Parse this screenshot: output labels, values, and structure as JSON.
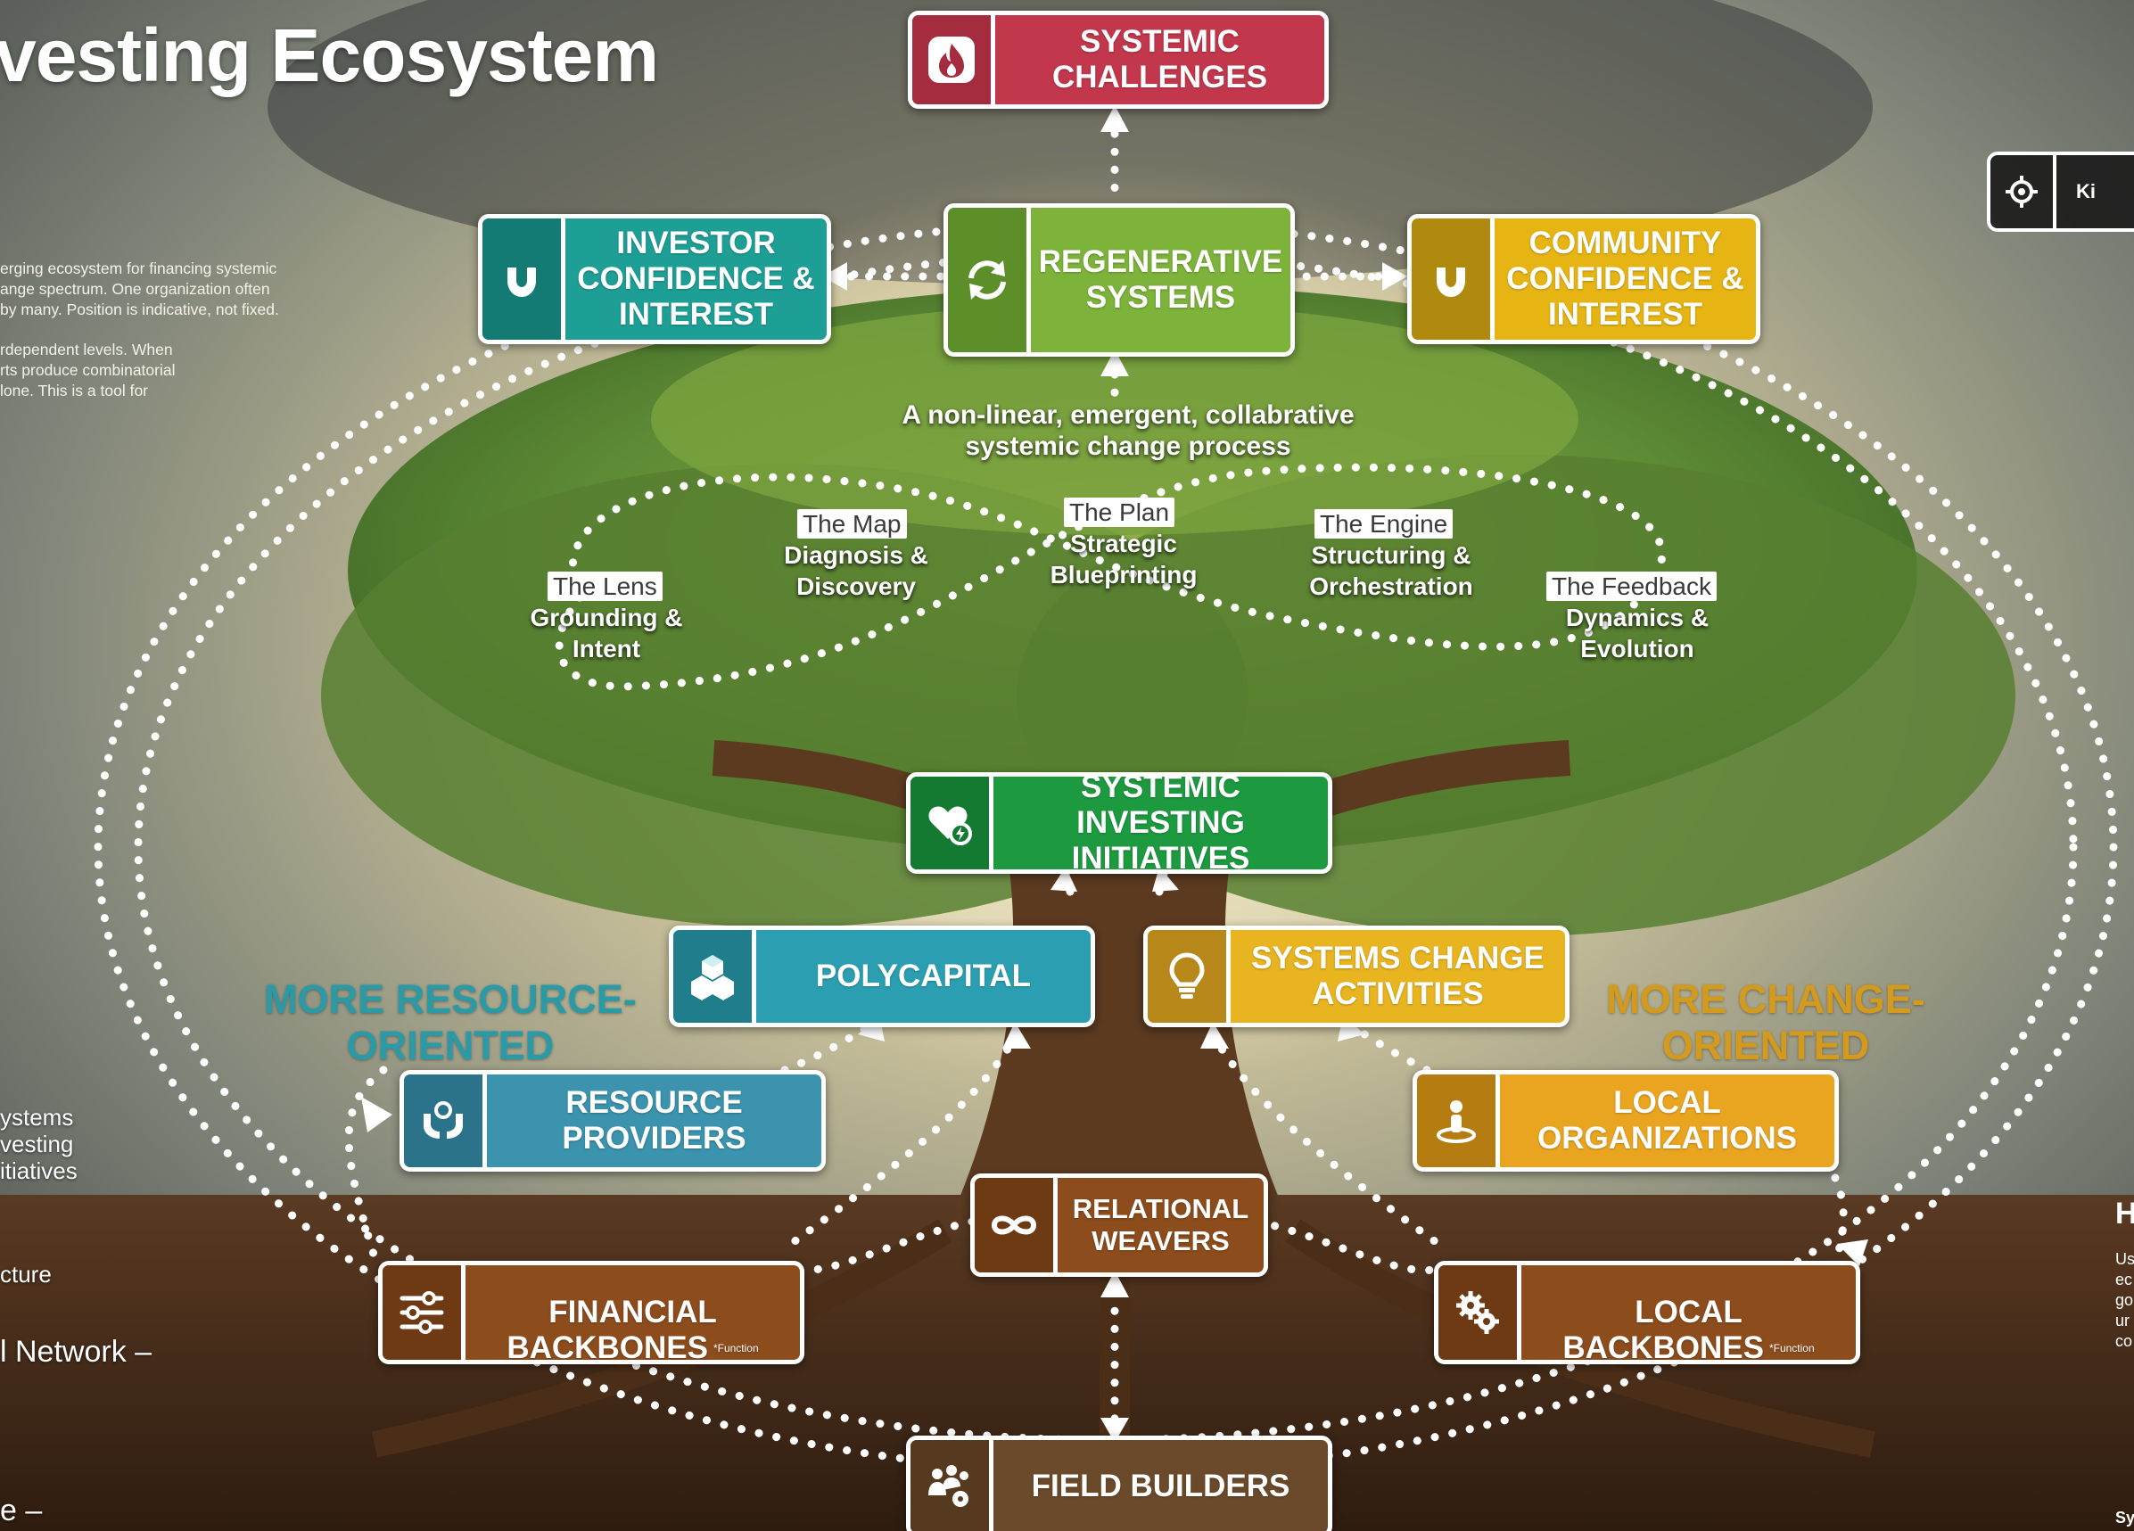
{
  "header": {
    "title": "vesting Ecosystem",
    "intro_lines": [
      "erging ecosystem for financing systemic",
      "ange spectrum. One organization often",
      "by many. Position is indicative, not fixed.",
      "rdependent levels. When",
      "rts produce combinatorial",
      "lone. This is a tool for"
    ]
  },
  "side_texts": [
    "ystems",
    "vesting",
    "itiatives",
    "cture",
    "l Network –",
    "e –"
  ],
  "right_panel": {
    "key_button": "Ki",
    "heading": "H",
    "lines": [
      "Us",
      "ec",
      "go",
      "ur",
      "co"
    ],
    "bottom": "Sy"
  },
  "boxes": {
    "systemic_challenges": "SYSTEMIC\nCHALLENGES",
    "investor_confidence": "INVESTOR\nCONFIDENCE &\nINTEREST",
    "regenerative_systems": "REGENERATIVE\nSYSTEMS",
    "community_confidence": "COMMUNITY\nCONFIDENCE &\nINTEREST",
    "systemic_investing_initiatives": "SYSTEMIC INVESTING\nINITIATIVES",
    "polycapital": "POLYCAPITAL",
    "systems_change_activities": "SYSTEMS CHANGE\nACTIVITIES",
    "resource_providers": "RESOURCE\nPROVIDERS",
    "local_organizations": "LOCAL\nORGANIZATIONS",
    "relational_weavers": "RELATIONAL\nWEAVERS",
    "financial_backbones": "FINANCIAL\nBACKBONES",
    "local_backbones": "LOCAL\nBACKBONES",
    "field_builders": "FIELD BUILDERS",
    "function_note": "*Function"
  },
  "side_labels": {
    "left": "MORE RESOURCE-\nORIENTED",
    "right": "MORE CHANGE-\nORIENTED"
  },
  "process": {
    "label": "A non-linear, emergent, collabrative\nsystemic change process",
    "stages": [
      {
        "title": "The Lens",
        "sub": "Grounding &\nIntent"
      },
      {
        "title": "The Map",
        "sub": "Diagnosis &\nDiscovery"
      },
      {
        "title": "The Plan",
        "sub": "Strategic\nBlueprinting"
      },
      {
        "title": "The Engine",
        "sub": "Structuring &\nOrchestration"
      },
      {
        "title": "The Feedback",
        "sub": "Dynamics &\nEvolution"
      }
    ]
  },
  "colors": {
    "challenges": "#c2374c",
    "investor": "#1e9f96",
    "regenerative": "#7db33a",
    "community": "#e6b514",
    "initiatives": "#1d9a40",
    "polycapital": "#2b9fb1",
    "activities": "#e8b521",
    "resource": "#3b93ad",
    "local_org": "#e9a520",
    "backbone": "#8c4c1c",
    "oriented_left": "#2a9aa7",
    "oriented_right": "#d49a1b"
  }
}
